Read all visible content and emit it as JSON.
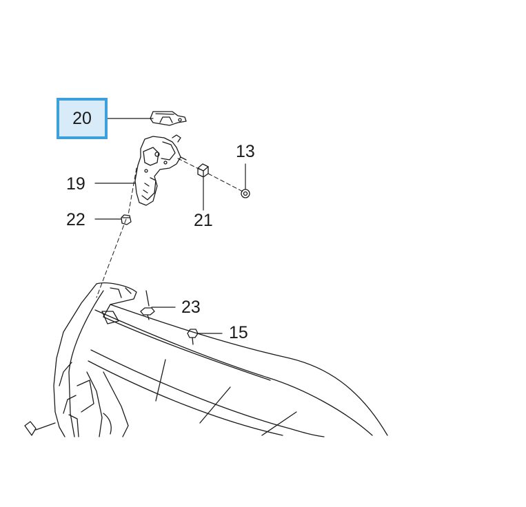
{
  "diagram": {
    "selected_part": "20",
    "callouts": [
      "13",
      "15",
      "19",
      "20",
      "21",
      "22",
      "23"
    ],
    "highlight_color": "#3da0dc",
    "highlight_fill": "#d7ebf8",
    "line_color": "#1a1a1a"
  }
}
